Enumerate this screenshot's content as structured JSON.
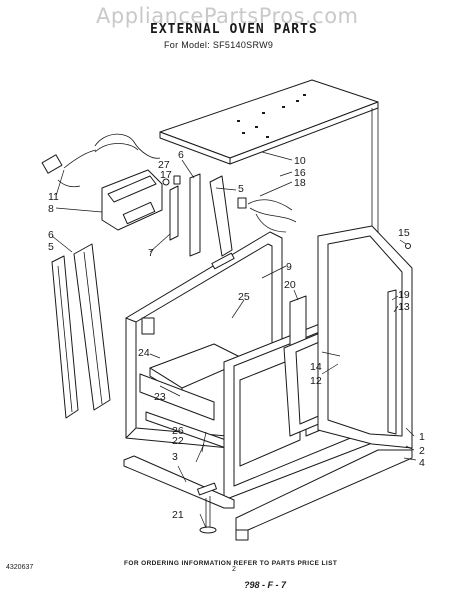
{
  "watermark": "AppliancePartsPros.com",
  "header": {
    "title": "EXTERNAL OVEN PARTS",
    "model_line": "For Model: SF5140SRW9"
  },
  "callouts": [
    "1",
    "2",
    "3",
    "4",
    "5",
    "5",
    "6",
    "6",
    "7",
    "8",
    "9",
    "10",
    "11",
    "12",
    "13",
    "14",
    "15",
    "16",
    "17",
    "18",
    "19",
    "20",
    "21",
    "22",
    "23",
    "24",
    "25",
    "26",
    "27"
  ],
  "footer": {
    "note": "FOR ORDERING INFORMATION REFER TO PARTS PRICE LIST",
    "doc_number": "4320637",
    "page_number": "2",
    "page_code": "?98 - F - 7"
  }
}
